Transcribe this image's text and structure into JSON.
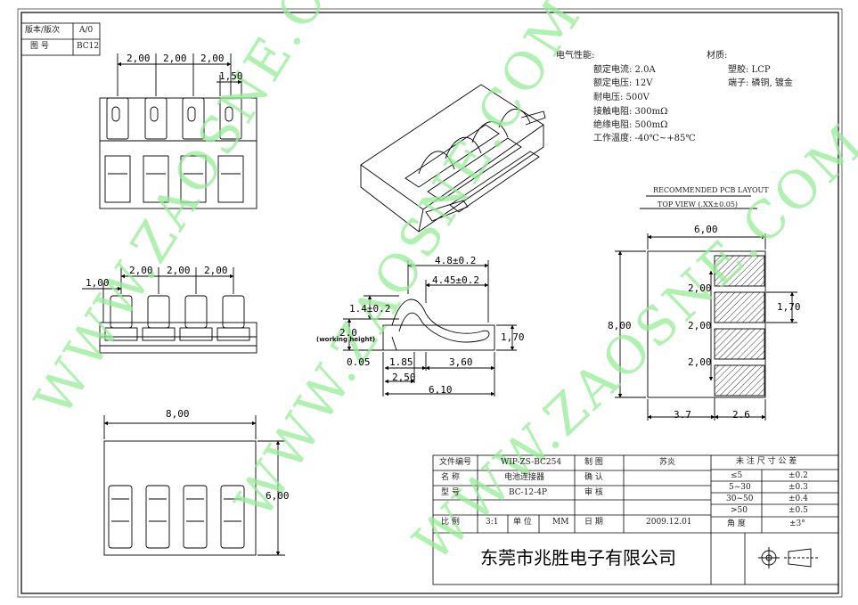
{
  "revision_box": {
    "version_label": "版本/版次",
    "version_value": "A/0",
    "drawing_no_label": "图  号",
    "drawing_no_value": "BC12"
  },
  "electrical": {
    "heading": "电气性能:",
    "rated_current": "额定电流: 2.0A",
    "rated_voltage": "额定电压: 12V",
    "withstand_voltage": "耐电压: 500V",
    "contact_resistance": "接触电阻: 300mΩ",
    "insulation_resistance": "绝缘电阻: 500mΩ",
    "operating_temp": "工作温度: -40℃~+85℃"
  },
  "material": {
    "heading": "材质:",
    "housing": "塑胶: LCP",
    "terminal": "端子: 磷铜, 镀金"
  },
  "pcb_layout": {
    "title": "RECOMMENDED PCB LAYOUT",
    "subtitle": "TOP VIEW (.XX±0.05)",
    "width": "6,00",
    "height": "8,00",
    "pitch_1": "2,00",
    "pitch_2": "2,00",
    "pitch_3": "2,00",
    "pad_height": "1,70",
    "left_offset": "3.7",
    "pad_width": "2.6"
  },
  "front_view": {
    "pitch_1": "2,00",
    "pitch_2": "2,00",
    "pitch_3": "2,00",
    "slot_width": "1,50"
  },
  "side_view": {
    "pitch_1": "2,00",
    "pitch_2": "2,00",
    "pitch_3": "2,00",
    "edge_offset": "1,00"
  },
  "contact_profile": {
    "dim_overall_top": "4.8±0.2",
    "dim_contact": "4.45±0.2",
    "dim_height_tol": "1.4±0.2",
    "working_height": "2.0",
    "working_height_label": "(working height)",
    "dim_thickness": "0.05",
    "dim_1": "1.85",
    "dim_2": "3,60",
    "dim_3": "2,50",
    "dim_overall": "6,10",
    "dim_right": "1,70"
  },
  "bottom_view": {
    "width": "8,00",
    "height": "6,00"
  },
  "title_block": {
    "file_no_label": "文件编号",
    "file_no_value": "WIP-ZS-BC254",
    "drawn_label": "制  图",
    "drawn_value": "苏炎",
    "name_label": "名  称",
    "name_value": "电池连接器",
    "checked_label": "确  认",
    "checked_value": "",
    "model_label": "型  号",
    "model_value": "BC-12-4P",
    "approved_label": "审  核",
    "approved_value": "",
    "scale_label": "比  例",
    "scale_value": "3:1",
    "unit_label": "单  位",
    "unit_value": "MM",
    "date_label": "日  期",
    "date_value": "2009.12.01",
    "company": "东莞市兆胜电子有限公司"
  },
  "tolerance_table": {
    "heading": "未 注 尺 寸 公 差",
    "rows": [
      {
        "range": "≤5",
        "tol": "±0.2"
      },
      {
        "range": "5~30",
        "tol": "±0.3"
      },
      {
        "range": "30~50",
        "tol": "±0.4"
      },
      {
        "range": ">50",
        "tol": "±0.5"
      },
      {
        "range": "角  度",
        "tol": "±3°"
      }
    ]
  },
  "watermark": {
    "text_1": "WWW.ZAOSNE.COM",
    "text_2": "WWW.ZAOSNE.COM",
    "text_3": "WWW.ZAOSNE.COM"
  }
}
